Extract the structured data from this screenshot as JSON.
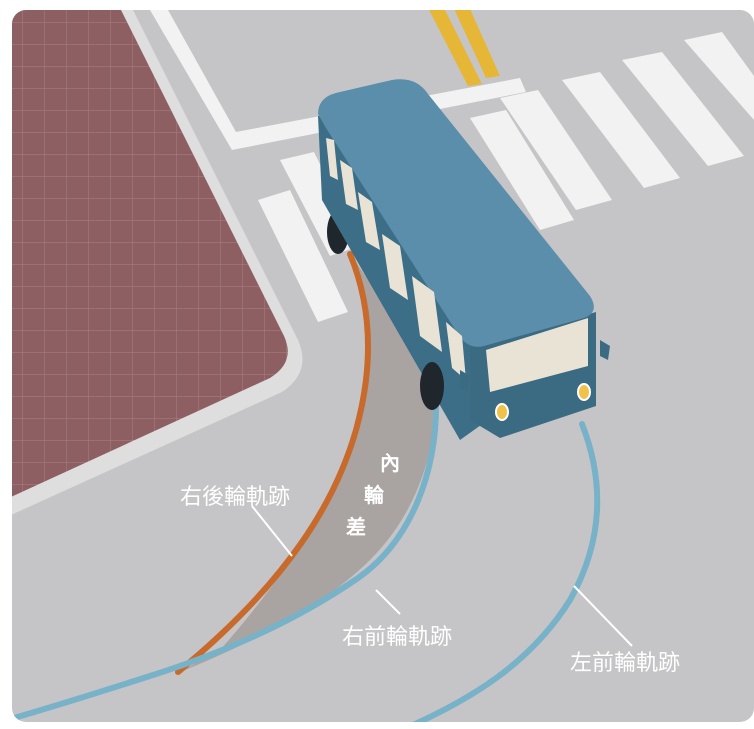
{
  "labels": {
    "right_rear_track": "右後輪軌跡",
    "right_front_track": "右前輪軌跡",
    "left_front_track": "左前輪軌跡",
    "inner_wheel_diff_1": "內",
    "inner_wheel_diff_2": "輪",
    "inner_wheel_diff_3": "差"
  },
  "colors": {
    "road": "#c5c5c7",
    "sidewalk": "#8e5f62",
    "sidewalk_grid": "#a87d80",
    "curb": "#dcdcdc",
    "road_marking": "#f4f4f4",
    "center_line": "#e6b637",
    "bus_roof": "#5a8eab",
    "bus_body": "#3f6f88",
    "bus_side_dark": "#33596f",
    "window": "#e8e2d5",
    "tire": "#1f262c",
    "headlight": "#f0c24a",
    "rear_track": "#c86a2b",
    "front_track": "#78b2c8",
    "diff_area": "#a7a2a0",
    "label_text": "#ffffff",
    "leader_line": "#ffffff"
  }
}
